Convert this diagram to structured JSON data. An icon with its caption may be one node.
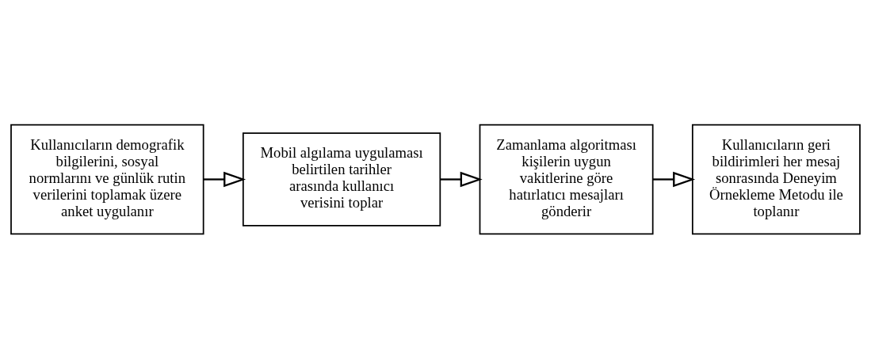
{
  "diagram": {
    "nodes": [
      {
        "text": [
          "Kullanıcıların demografik bilgilerini, sosyal normlarını ve günlük rutin verilerini toplamak üzere anket uygulanır"
        ]
      },
      {
        "text": [
          "Mobil algılama uygulaması belirtilen tarihler arasında kullanıcı verisini toplar"
        ]
      },
      {
        "text": [
          "Zamanlama algoritması kişilerin uygun vakitlerine göre hatırlatıcı mesajları gönderir"
        ]
      },
      {
        "text": [
          "Kullanıcıların geri bildirimleri her mesaj sonrasında Deneyim Örnekleme Metodu ile toplanır"
        ]
      }
    ],
    "edges": [
      {
        "from": 0,
        "to": 1,
        "arrow": "to"
      },
      {
        "from": 1,
        "to": 2,
        "arrow": "to"
      },
      {
        "from": 2,
        "to": 3,
        "arrow": "to"
      }
    ]
  }
}
